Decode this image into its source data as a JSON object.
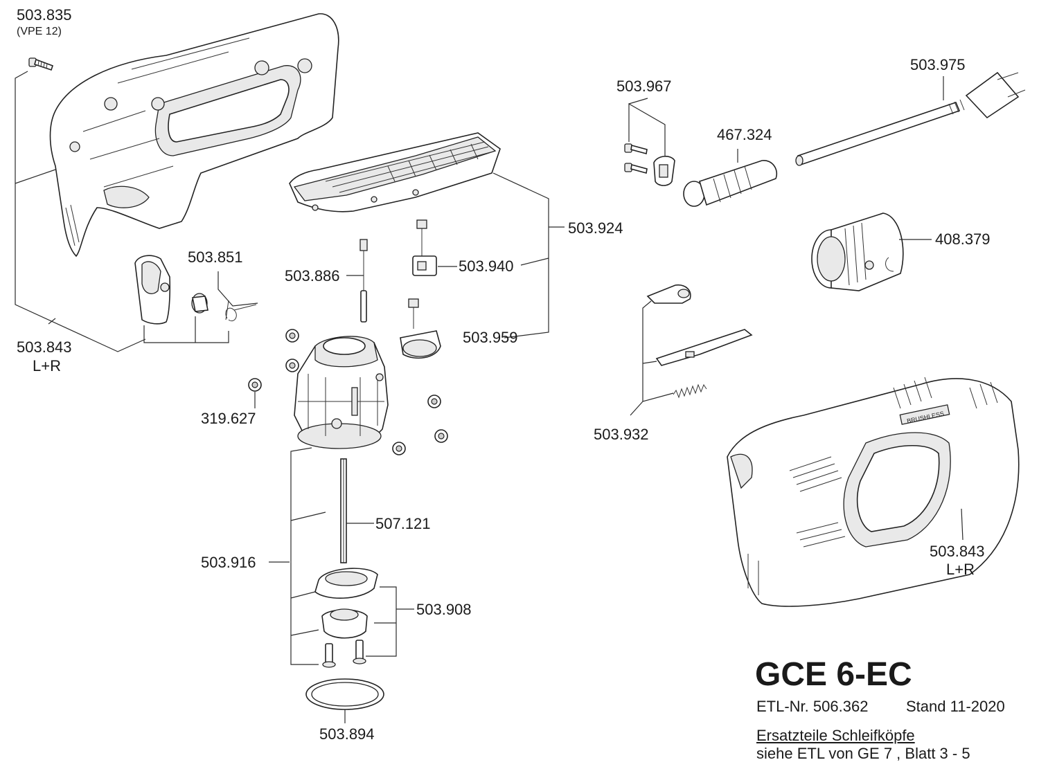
{
  "parts": [
    {
      "id": "p503835",
      "number": "503.835",
      "sub": "(VPE 12)"
    },
    {
      "id": "p503843a",
      "number": "503.843",
      "sub": "L+R"
    },
    {
      "id": "p503851",
      "number": "503.851"
    },
    {
      "id": "p503886",
      "number": "503.886"
    },
    {
      "id": "p503940",
      "number": "503.940"
    },
    {
      "id": "p503924",
      "number": "503.924"
    },
    {
      "id": "p503959",
      "number": "503.959"
    },
    {
      "id": "p319627",
      "number": "319.627"
    },
    {
      "id": "p507121",
      "number": "507.121"
    },
    {
      "id": "p503916",
      "number": "503.916"
    },
    {
      "id": "p503908",
      "number": "503.908"
    },
    {
      "id": "p503894",
      "number": "503.894"
    },
    {
      "id": "p503967",
      "number": "503.967"
    },
    {
      "id": "p467324",
      "number": "467.324"
    },
    {
      "id": "p503975",
      "number": "503.975"
    },
    {
      "id": "p408379",
      "number": "408.379"
    },
    {
      "id": "p503932",
      "number": "503.932"
    },
    {
      "id": "p503843b",
      "number": "503.843",
      "sub": "L+R"
    }
  ],
  "title": {
    "model": "GCE 6-EC",
    "etl": "ETL-Nr. 506.362",
    "stand": "Stand 11-2020",
    "note_heading": "Ersatzteile Schleifköpfe",
    "note_text": "siehe ETL von GE 7 , Blatt 3 - 5"
  },
  "product_badge": "BRUSHLESS"
}
